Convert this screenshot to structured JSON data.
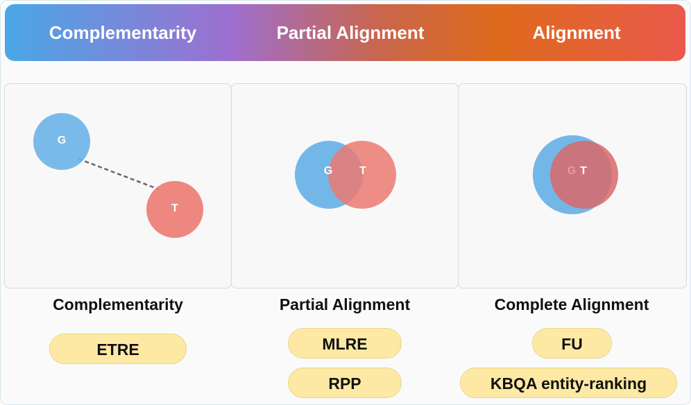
{
  "header": {
    "labels": [
      "Complementarity",
      "Partial Alignment",
      "Alignment"
    ]
  },
  "panels": [
    {
      "caption": "Complementarity",
      "g_label": "G",
      "t_label": "T",
      "tasks": [
        "ETRE"
      ]
    },
    {
      "caption": "Partial Alignment",
      "g_label": "G",
      "t_label": "T",
      "tasks": [
        "MLRE",
        "RPP"
      ]
    },
    {
      "caption": "Complete Alignment",
      "g_label": "G",
      "t_label": "T",
      "tasks": [
        "FU",
        "KBQA entity-ranking"
      ]
    }
  ],
  "colors": {
    "g_circle": "#6cb3e8",
    "t_circle": "#ec7a72",
    "pill_fill": "#fde9a4"
  }
}
